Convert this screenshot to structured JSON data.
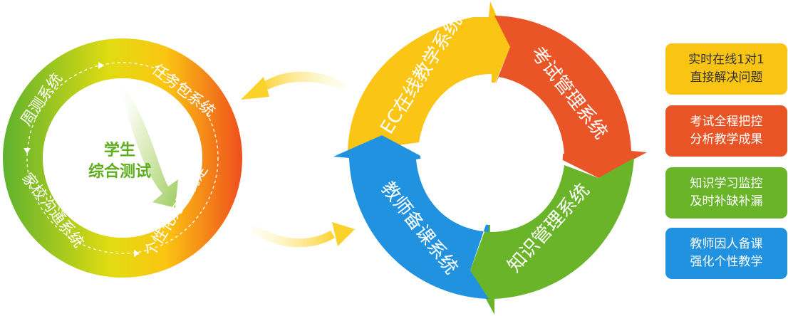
{
  "left_ring": {
    "center": [
      "学生",
      "综合测试"
    ],
    "segments": [
      "任务包系统",
      "个性化方案制定",
      "家校沟通系统",
      "周测系统"
    ]
  },
  "right_ring": {
    "segments": [
      "EC在线教学系统",
      "考试管理系统",
      "知识管理系统",
      "教师备课系统"
    ]
  },
  "legend": [
    {
      "line1": "实时在线1对1",
      "line2": "直接解决问题",
      "color": "#f9c412",
      "text_color": "#333333"
    },
    {
      "line1": "考试全程把控",
      "line2": "分析教学成果",
      "color": "#e95427",
      "text_color": "#ffffff"
    },
    {
      "line1": "知识学习监控",
      "line2": "及时补缺补漏",
      "color": "#6ab42a",
      "text_color": "#ffffff"
    },
    {
      "line1": "教师因人备课",
      "line2": "强化个性教学",
      "color": "#2192e0",
      "text_color": "#ffffff"
    }
  ]
}
